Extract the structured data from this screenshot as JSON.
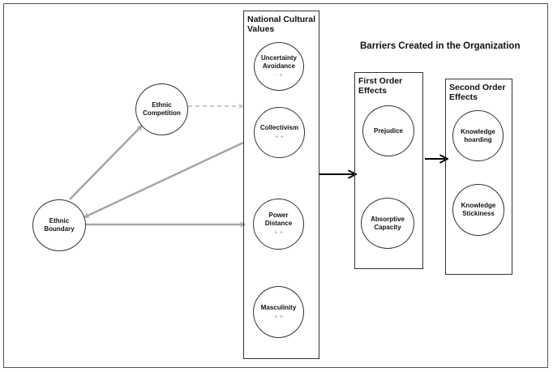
{
  "heading": "Barriers Created in the Organization",
  "boxes": {
    "national": "National Cultural\nValues",
    "first": "First Order\nEffects",
    "second": "Second Order\nEffects"
  },
  "nodes": {
    "ethnic_boundary": {
      "label": "Ethnic\nBoundary"
    },
    "ethnic_competition": {
      "label": "Ethnic\nCompetition"
    },
    "uncertainty": {
      "label": "Uncertainty\nAvoidance",
      "signs": "- +"
    },
    "collectivism": {
      "label": "Collectivism",
      "signs": "+ +"
    },
    "power": {
      "label": "Power\nDistance",
      "signs": "+ +"
    },
    "masculinity": {
      "label": "Masculinity",
      "signs": "+ +"
    },
    "prejudice": {
      "label": "Prejudice"
    },
    "absorptive": {
      "label": "Absorptive\nCapacity"
    },
    "hoarding": {
      "label": "Knowledge\nhoarding"
    },
    "stickiness": {
      "label": "Knowledge\nStickiness"
    }
  },
  "colors": {
    "grey_arrow": "#a6a6a6",
    "dashed_arrow": "#c8c8c8",
    "black_arrow": "#000000"
  }
}
